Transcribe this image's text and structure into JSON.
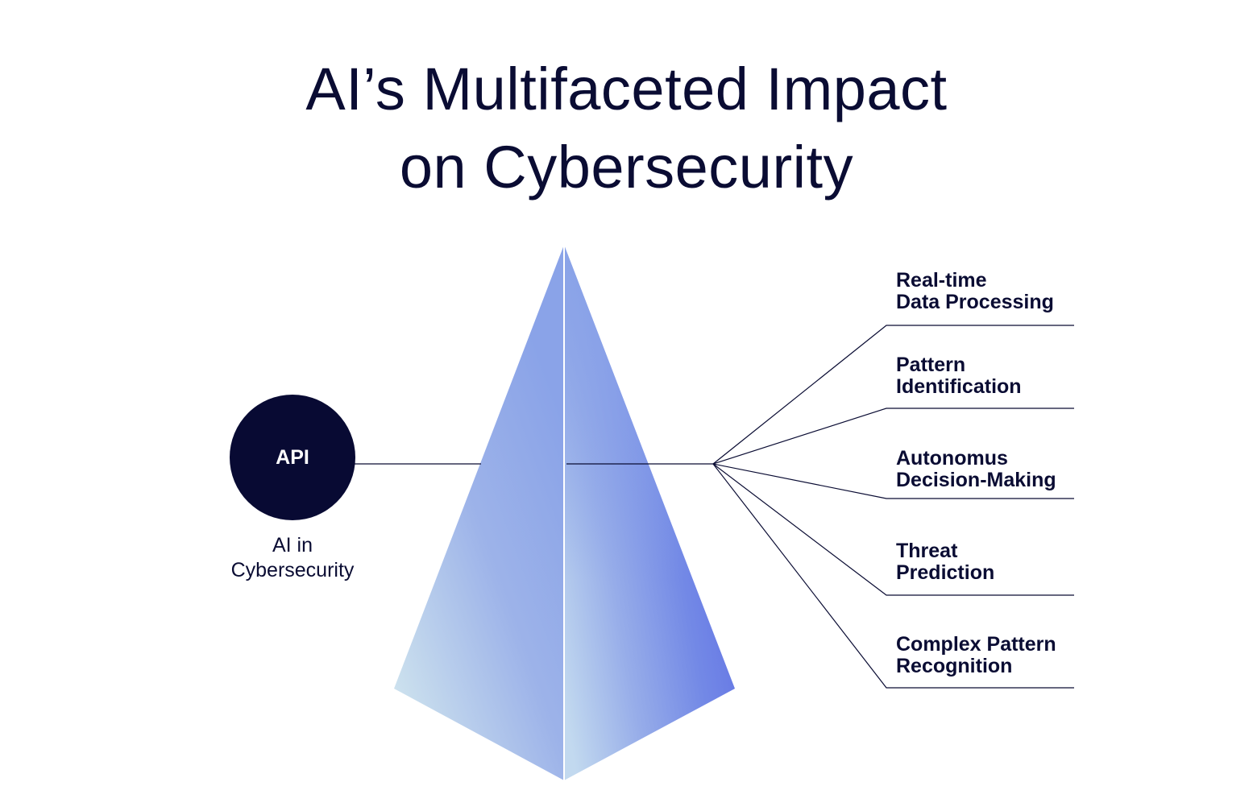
{
  "title": {
    "line1": "AI’s Multifaceted Impact",
    "line2": "on Cybersecurity"
  },
  "api_node": {
    "label": "API",
    "caption_line1": "AI in",
    "caption_line2": "Cybersecurity",
    "color": "#080a33"
  },
  "pyramid": {
    "light_color": "#cfe4ee",
    "mid_color": "#8aa3e8",
    "deep_color": "#6272e4"
  },
  "items": [
    {
      "line1": "Real-time",
      "line2": "Data Processing"
    },
    {
      "line1": "Pattern",
      "line2": "Identification"
    },
    {
      "line1": "Autonomus",
      "line2": "Decision-Making"
    },
    {
      "line1": "Threat",
      "line2": "Prediction"
    },
    {
      "line1": "Complex Pattern",
      "line2": "Recognition"
    }
  ],
  "line_color": "#0a0c33"
}
